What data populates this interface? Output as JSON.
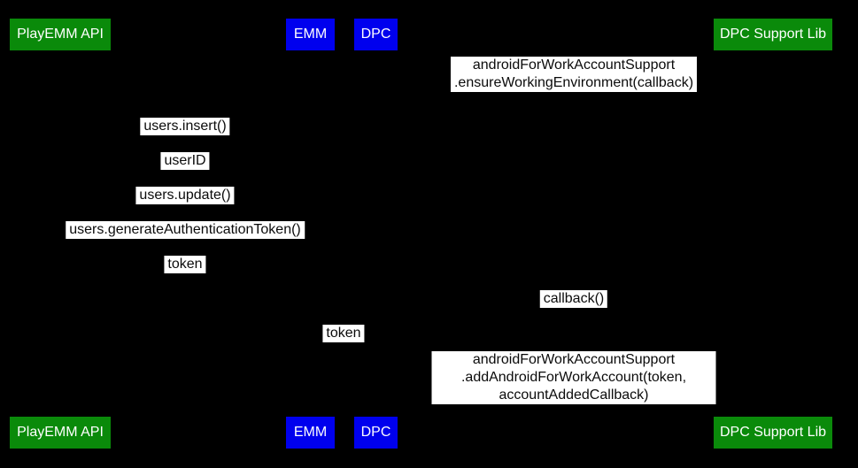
{
  "diagram": {
    "type": "sequence-diagram",
    "background_color": "#000000",
    "colors": {
      "actor_green": "#0A8A0A",
      "actor_blue": "#0000EE",
      "actor_text": "#FFFFFF",
      "label_background": "#FFFFFF",
      "label_text": "#0B0B0B"
    },
    "actors": {
      "playemm_api": "PlayEMM API",
      "emm": "EMM",
      "dpc": "DPC",
      "dpc_support_lib": "DPC Support Lib"
    },
    "messages": [
      {
        "text": "androidForWorkAccountSupport\n.ensureWorkingEnvironment(callback)",
        "from": "DPC",
        "to": "DPC Support Lib"
      },
      {
        "text": "users.insert()",
        "from": "EMM",
        "to": "PlayEMM API"
      },
      {
        "text": "userID",
        "from": "PlayEMM API",
        "to": "EMM"
      },
      {
        "text": "users.update()",
        "from": "EMM",
        "to": "PlayEMM API"
      },
      {
        "text": "users.generateAuthenticationToken()",
        "from": "EMM",
        "to": "PlayEMM API"
      },
      {
        "text": "token",
        "from": "PlayEMM API",
        "to": "EMM"
      },
      {
        "text": "callback()",
        "from": "DPC Support Lib",
        "to": "DPC"
      },
      {
        "text": "token",
        "from": "EMM",
        "to": "DPC"
      },
      {
        "text": "androidForWorkAccountSupport\n.addAndroidForWorkAccount(token, accountAddedCallback)",
        "from": "DPC",
        "to": "DPC Support Lib"
      }
    ]
  }
}
